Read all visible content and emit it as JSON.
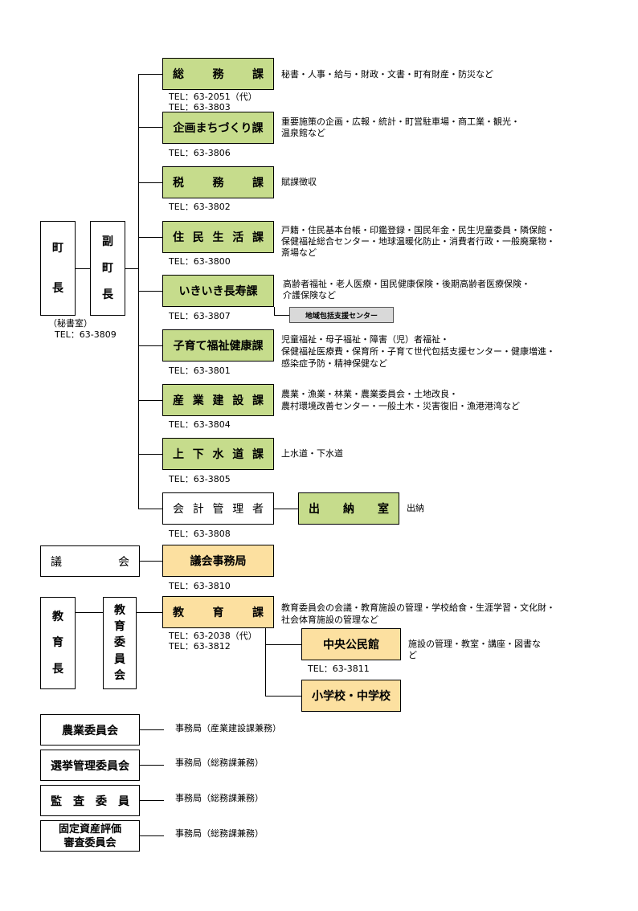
{
  "mayor": {
    "chars": [
      "町",
      "長"
    ],
    "office": "（秘書室）",
    "tel": "TEL：63-3809"
  },
  "deputy": {
    "chars": [
      "副",
      "町",
      "長"
    ]
  },
  "departments": [
    {
      "name": "総　務　課",
      "tel": [
        "TEL：63-2051（代）"
      ],
      "duties": [
        "秘書・人事・給与・財政・文書・町有財産・防災など"
      ]
    },
    {
      "name": "企画まちづくり課",
      "tel": [
        "TEL：63-3803",
        "TEL：63-3806"
      ],
      "duties": [
        "重要施策の企画・広報・統計・町営駐車場・商工業・観光・",
        "温泉館など"
      ]
    },
    {
      "name": "税　務　課",
      "tel": [
        "TEL：63-3802"
      ],
      "duties": [
        "賦課徴収"
      ]
    },
    {
      "name": "住民生活課",
      "tel": [
        "TEL：63-3800"
      ],
      "duties": [
        "戸籍・住民基本台帳・印鑑登録・国民年金・民生児童委員・隣保館・",
        "保健福祉総合センター・地球温暖化防止・消費者行政・一般廃棄物・",
        "斎場など"
      ]
    },
    {
      "name": "いきいき長寿課",
      "tel": [
        "TEL：63-3807"
      ],
      "duties": [
        "高齢者福祉・老人医療・国民健康保険・後期高齢者医療保険・",
        "介護保険など"
      ],
      "sub": "地域包括支援センター"
    },
    {
      "name": "子育て福祉健康課",
      "tel": [
        "TEL：63-3801"
      ],
      "duties": [
        "児童福祉・母子福祉・障害（児）者福祉・",
        "保健福祉医療費・保育所・子育て世代包括支援センター・健康増進・",
        "感染症予防・精神保健など"
      ]
    },
    {
      "name": "産業建設課",
      "tel": [
        "TEL：63-3804"
      ],
      "duties": [
        "農業・漁業・林業・農業委員会・土地改良・",
        "農村環境改善センター・一般土木・災害復旧・漁港港湾など"
      ]
    },
    {
      "name": "上下水道課",
      "tel": [
        "TEL：63-3805"
      ],
      "duties": [
        "上水道・下水道"
      ]
    },
    {
      "name": "会計管理者",
      "tel": [
        "TEL：63-3808"
      ],
      "duties": []
    }
  ],
  "treasury": {
    "name": "出　納　室",
    "duties": "出納"
  },
  "assembly": {
    "name": "議　　　会",
    "office": "議会事務局",
    "tel": "TEL：63-3810"
  },
  "education": {
    "superintendent": [
      "教",
      "育",
      "長"
    ],
    "board": [
      "教",
      "育",
      "委",
      "員",
      "会"
    ],
    "section": "教　育　課",
    "tel": [
      "TEL：63-2038（代）",
      "TEL：63-3812"
    ],
    "duties": [
      "教育委員会の会議・教育施設の管理・学校給食・生涯学習・文化財・",
      "社会体育施設の管理など"
    ],
    "hall": {
      "name": "中央公民館",
      "tel": "TEL：63-3811",
      "duties": [
        "施設の管理・教室・講座・図書な",
        "ど"
      ]
    },
    "schools": "小学校・中学校"
  },
  "committees": [
    {
      "name": [
        "農業委員会"
      ],
      "office": "事務局（産業建設課兼務）"
    },
    {
      "name": [
        "選挙管理委員会"
      ],
      "office": "事務局（総務課兼務）"
    },
    {
      "name": [
        "監　査　委　員"
      ],
      "office": "事務局（総務課兼務）"
    },
    {
      "name": [
        "固定資産評価",
        "審査委員会"
      ],
      "office": "事務局（総務課兼務）"
    }
  ],
  "colors": {
    "department": "#c6dc8c",
    "assembly_education": "#fce0a0",
    "sub": "#d9d9d9"
  }
}
